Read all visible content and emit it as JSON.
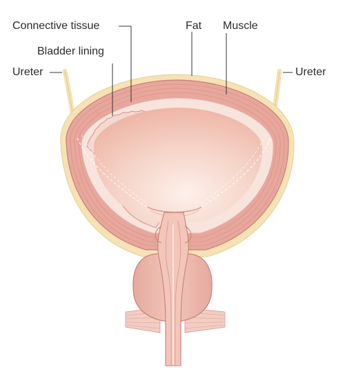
{
  "labels": {
    "connective_tissue": "Connective tissue",
    "fat": "Fat",
    "muscle": "Muscle",
    "bladder_lining": "Bladder lining",
    "ureter_left": "Ureter",
    "ureter_right": "Ureter"
  },
  "colors": {
    "fat": "#f6e2b4",
    "muscle": "#e8a79c",
    "muscle_stripe": "#d98e84",
    "lining": "#f3d9cf",
    "interior": "#f1c1b3",
    "interior_light": "#fbe6df",
    "outline": "#c97f74",
    "leader": "#333333"
  }
}
